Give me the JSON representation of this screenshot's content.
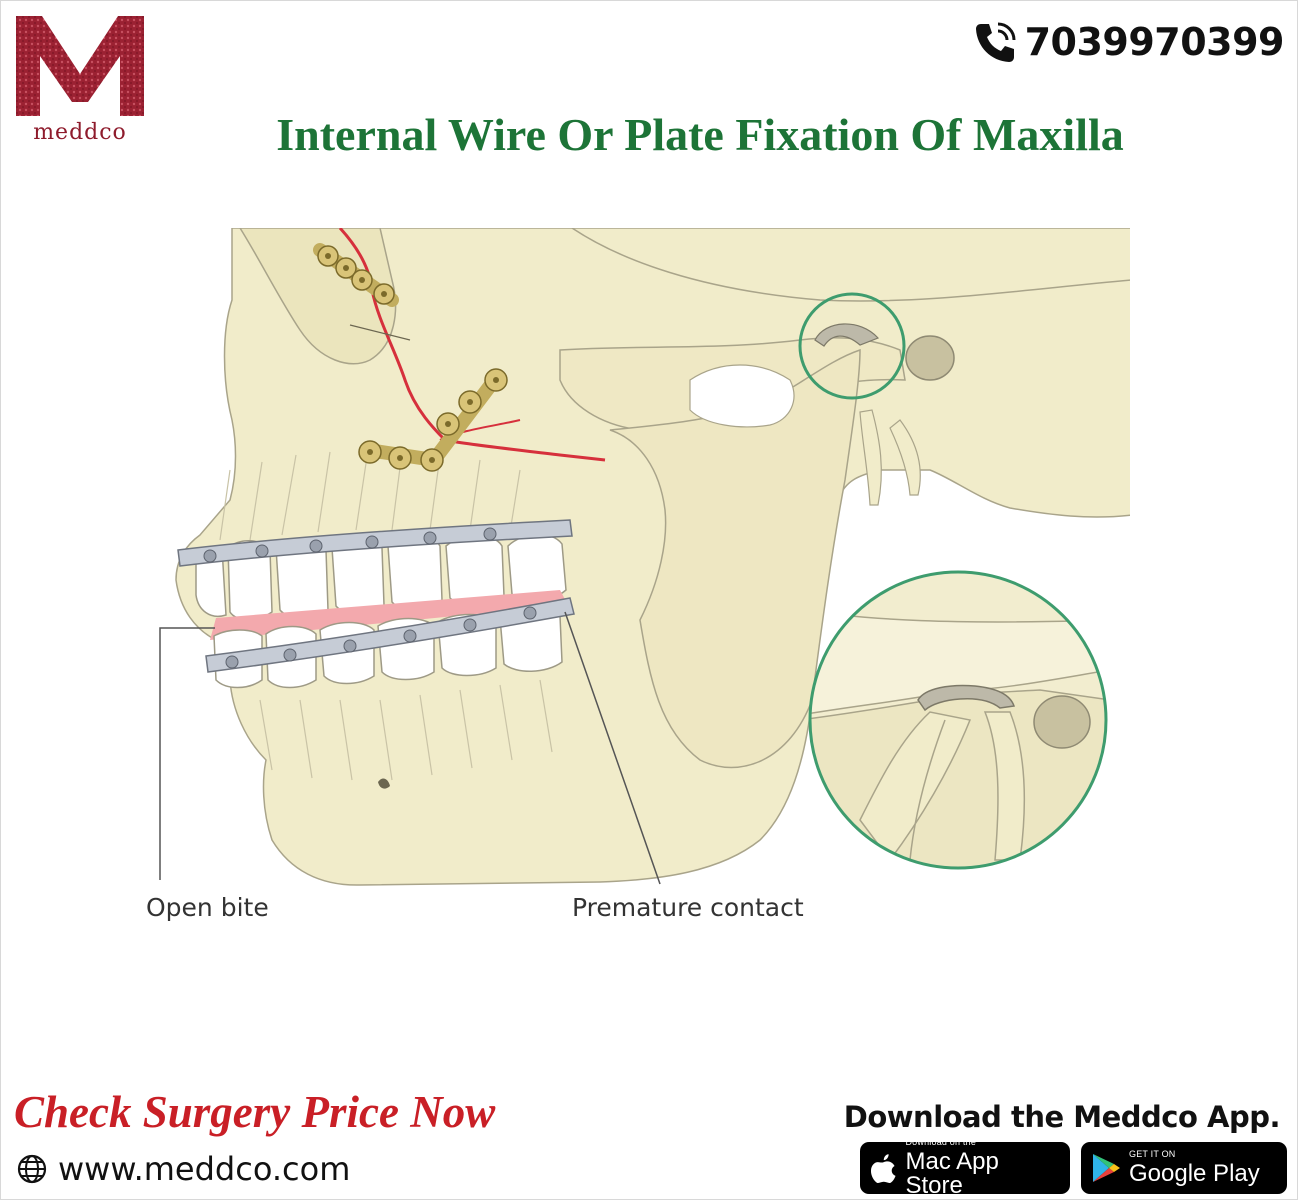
{
  "brand": {
    "logo_letter": "M",
    "logo_word": "meddco",
    "logo_color": "#8e1b2c"
  },
  "header": {
    "phone": "7039970399",
    "phone_icon": "phone-icon"
  },
  "title": "Internal Wire Or Plate Fixation Of Maxilla",
  "illustration": {
    "labels": {
      "open_bite": "Open bite",
      "premature_contact": "Premature contact"
    },
    "colors": {
      "bone": "#f1ecca",
      "fracture_line": "#d6303c",
      "plate": "#d9c478",
      "inset_ring": "#3e9c6e",
      "gum": "#f3a9ad"
    }
  },
  "footer": {
    "cta": "Check Surgery Price Now",
    "website_icon": "globe-icon",
    "website": "www.meddco.com",
    "app_heading": "Download the Meddco App.",
    "apple_badge": {
      "small": "Download on the",
      "big": "Mac App Store",
      "icon": "apple-icon"
    },
    "google_badge": {
      "small": "GET IT ON",
      "big": "Google Play",
      "icon": "google-play-icon"
    }
  },
  "colors": {
    "title": "#1d7437",
    "cta": "#c91f26"
  }
}
